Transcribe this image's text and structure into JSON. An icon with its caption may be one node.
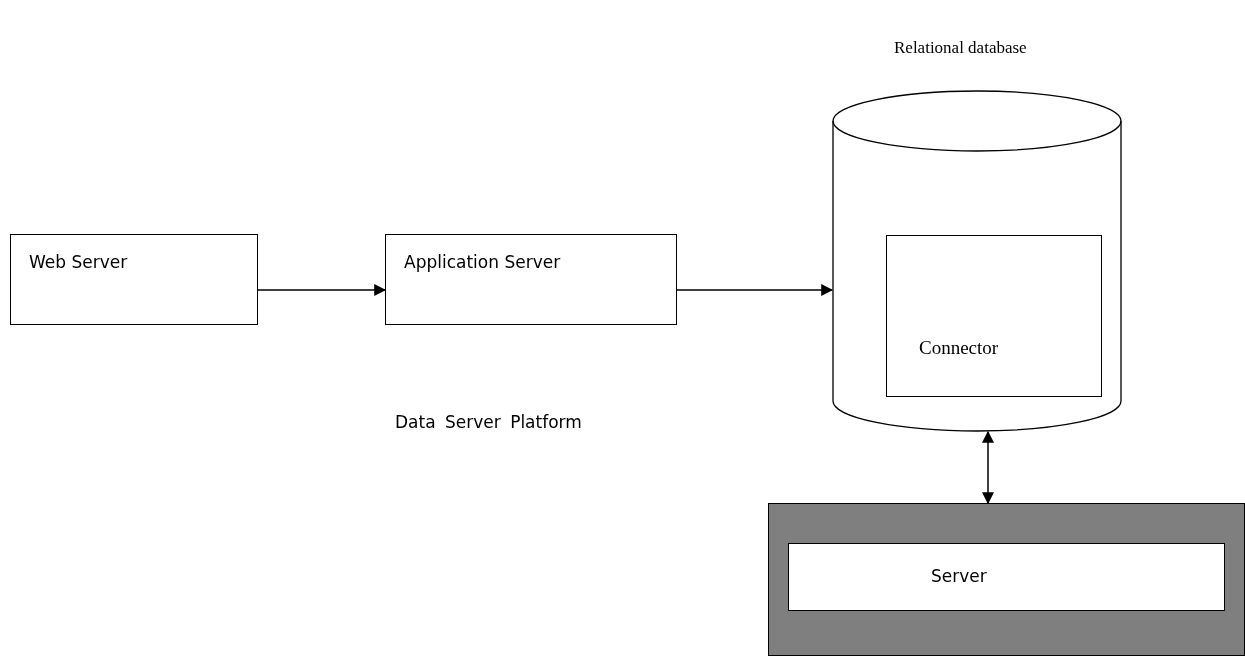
{
  "diagram": {
    "nodes": [
      {
        "text": [
          "Web Server"
        ]
      },
      {
        "text": [
          "Application Server"
        ]
      },
      {
        "text": [
          "Relational database"
        ]
      },
      {
        "text": [
          "Connector"
        ],
        "in": 2
      },
      {
        "text": [],
        "shape": "box"
      },
      {
        "text": [
          "Server"
        ],
        "in": 4
      }
    ],
    "edges": [
      {
        "from": 0,
        "to": 1,
        "arrow": "to"
      },
      {
        "from": 1,
        "to": 2,
        "arrow": "to"
      },
      {
        "from": 2,
        "to": 4,
        "arrow": "both"
      }
    ],
    "labels": [
      "Data Server Platform"
    ]
  }
}
